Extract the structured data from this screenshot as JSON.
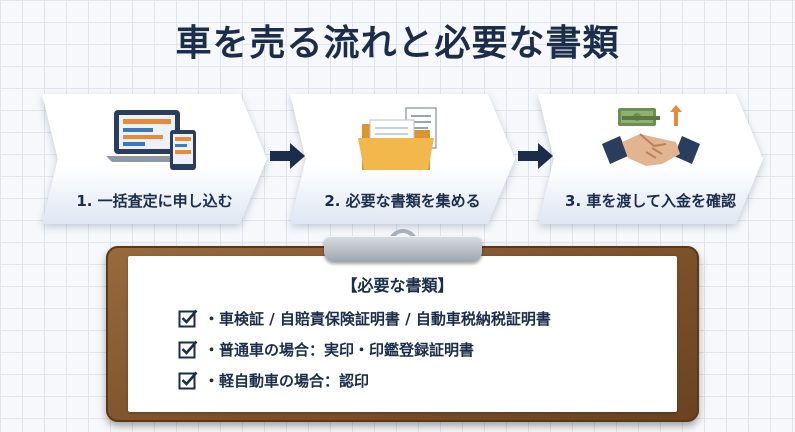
{
  "title": "車を売る流れと必要な書類",
  "steps": [
    {
      "label": "1. 一括査定に申し込む",
      "icon": "laptop-phone-icon"
    },
    {
      "label": "2. 必要な書類を集める",
      "icon": "folder-documents-icon"
    },
    {
      "label": "3. 車を渡して入金を確認",
      "icon": "handshake-money-icon"
    }
  ],
  "documents": {
    "heading": "【必要な書類】",
    "items": [
      "・車検証 / 自賠責保険証明書 / 自動車税納税証明書",
      "・普通車の場合：実印・印鑑登録証明書",
      "・軽自動車の場合：認印"
    ]
  },
  "colors": {
    "navy": "#1b2d4a",
    "accent_orange": "#e98a3a",
    "folder_yellow": "#f2b84b",
    "clipboard_brown": "#7d5129"
  }
}
